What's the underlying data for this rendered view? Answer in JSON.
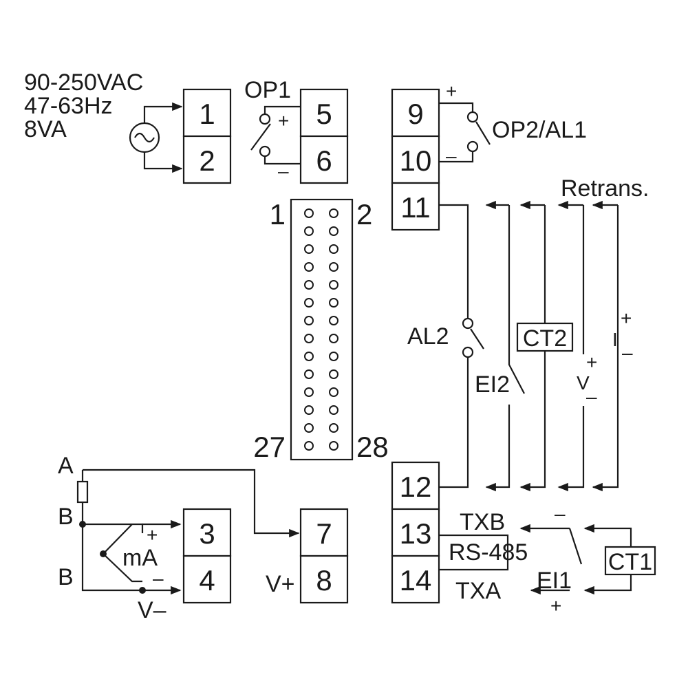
{
  "power": {
    "line1": "90-250VAC",
    "line2": "47-63Hz",
    "line3": "8VA"
  },
  "terminals": {
    "t1": "1",
    "t2": "2",
    "t3": "3",
    "t4": "4",
    "t5": "5",
    "t6": "6",
    "t7": "7",
    "t8": "8",
    "t9": "9",
    "t10": "10",
    "t11": "11",
    "t12": "12",
    "t13": "13",
    "t14": "14"
  },
  "connector": {
    "pin_tl": "1",
    "pin_tr": "2",
    "pin_bl": "27",
    "pin_br": "28",
    "rows": 14
  },
  "labels": {
    "op1": "OP1",
    "op2_al1": "OP2/AL1",
    "retrans": "Retrans.",
    "al2": "AL2",
    "ct2": "CT2",
    "ei2": "EI2",
    "ct1": "CT1",
    "ei1": "EI1",
    "rs485": "RS-485",
    "txb": "TXB",
    "txa": "TXA",
    "a": "A",
    "b1": "B",
    "b2": "B",
    "ma": "mA",
    "v_minus": "V–",
    "v_plus": "V+",
    "v": "V",
    "i": "I"
  },
  "signs": {
    "plus": "+",
    "minus": "–"
  }
}
